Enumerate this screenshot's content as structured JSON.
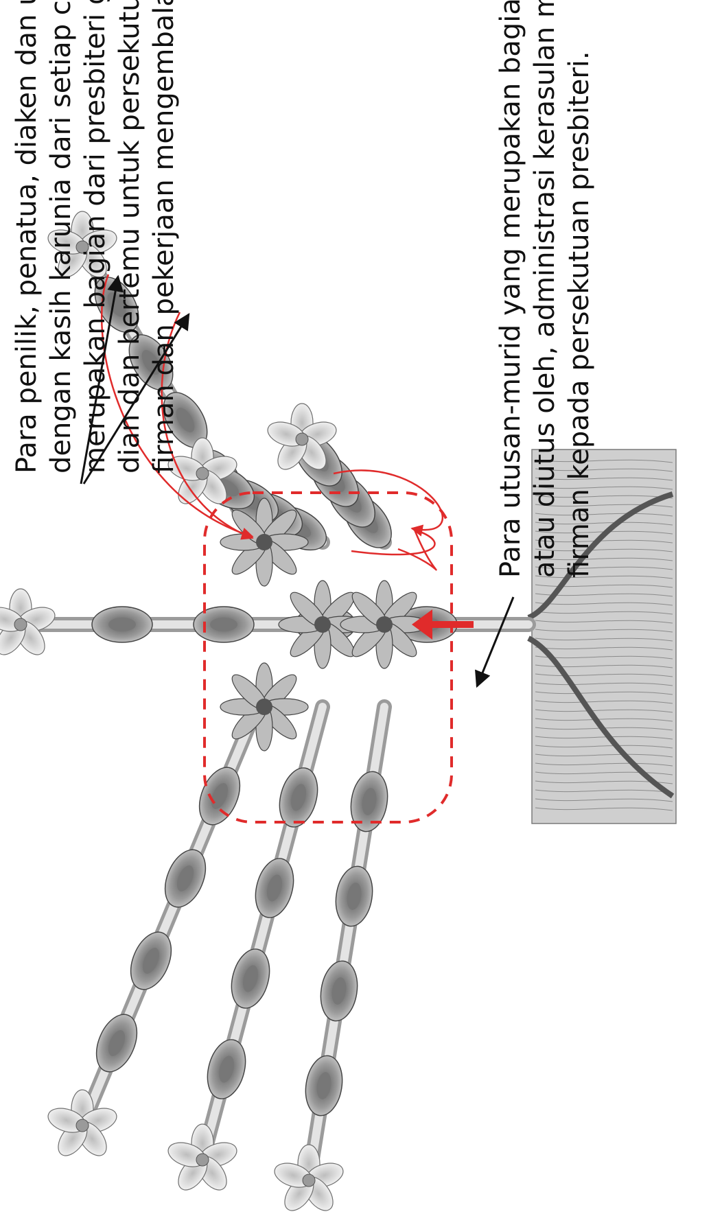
{
  "captions": {
    "top_lines": [
      "Para penilik, penatua, diaken dan utusan",
      "dengan kasih karunia dari setiap cabang",
      "merupakan bagian dari presbiteri gereja kaki",
      "dian dan bertemu untuk persekutuan dalam",
      "firman dan pekerjaan mengembalakan."
    ],
    "bottom_lines": [
      "Para utusan-murid yang merupakan bagian dari,",
      "atau diutus oleh, administrasi kerasulan melayani",
      "firman kepada persekutuan presbiteri."
    ]
  },
  "colors": {
    "red_accent": "#e02b2b",
    "pointer_black": "#111111",
    "sketch_gray": "#6e6e6e",
    "sketch_light": "#e9e9e9"
  },
  "icons": {
    "root": "root-mass-icon",
    "flower": "flower-icon",
    "bud": "bud-icon",
    "up_arrow": "red-up-arrow-icon"
  }
}
